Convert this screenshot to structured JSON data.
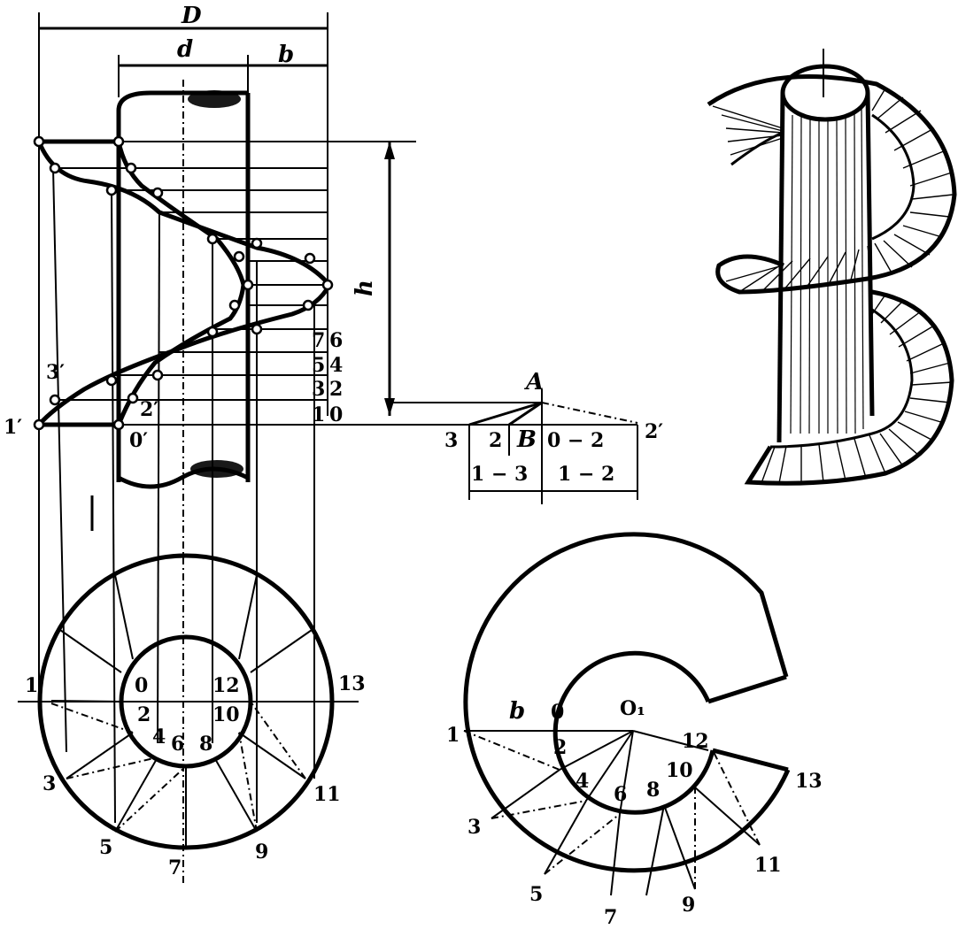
{
  "dims": {
    "D": "D",
    "d": "d",
    "b": "b",
    "h": "h"
  },
  "elevation_labels": [
    "1′",
    "2′",
    "3′",
    "0′"
  ],
  "side_numbers": [
    "7",
    "6",
    "5",
    "4",
    "3",
    "2",
    "1",
    "0"
  ],
  "triangle": {
    "A": "A",
    "B": "B",
    "left": "3",
    "mid": "2",
    "top_right": "0 − 2",
    "right": "2′",
    "bottom_left": "1 − 3",
    "bottom_right": "1 − 2"
  },
  "plan_labels": [
    "1",
    "0",
    "12",
    "13",
    "2",
    "10",
    "4",
    "6",
    "8",
    "3",
    "11",
    "5",
    "9",
    "7"
  ],
  "development": {
    "center": "O₁",
    "b": "b",
    "labels": [
      "1",
      "0",
      "2",
      "12",
      "4",
      "6",
      "8",
      "10",
      "3",
      "5",
      "7",
      "9",
      "11",
      "13"
    ]
  }
}
